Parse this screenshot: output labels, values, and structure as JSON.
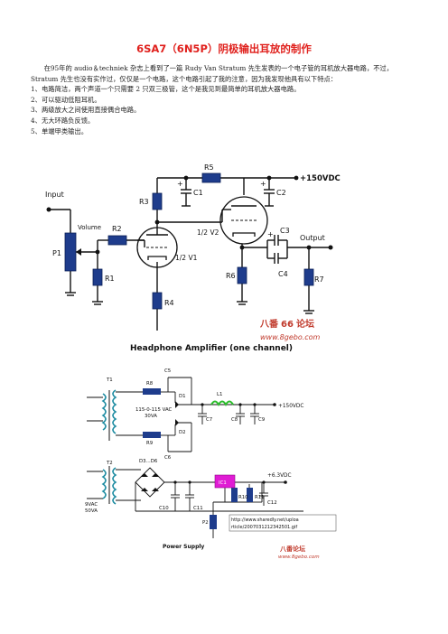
{
  "article": {
    "title": "6SA7（6N5P）阴极输出耳放的制作",
    "intro": "在95年的 audio＆techniek 杂志上看到了一篇 Rudy Van Stratum 先生发表的一个电子管的耳机放大器电路，不过，Stratum 先生也没有实作过，仅仅是一个电路，这个电路引起了我的注意，因为我发现他具有以下特点：",
    "points": [
      "1、电路简洁，两个声道一个只需要 2 只双三极管，这个是我见到最简单的耳机放大器电路。",
      "2、可以驱动低阻耳机。",
      "3、两级放大之间使用直接偶合电路。",
      "4、无大环路负反馈。",
      "5、单端甲类输出。"
    ]
  },
  "figure1": {
    "caption": "Headphone Amplifier (one channel)",
    "input_label": "Input",
    "output_label": "Output",
    "supply_label": "+150VDC",
    "volume_label": "Volume",
    "tube1_label": "1/2 V1",
    "tube2_label": "1/2 V2",
    "parts": {
      "p1": "P1",
      "r1": "R1",
      "r2": "R2",
      "r3": "R3",
      "r4": "R4",
      "r5": "R5",
      "r6": "R6",
      "r7": "R7",
      "c1": "C1",
      "c2": "C2",
      "c3": "C3",
      "c4": "C4"
    },
    "plus_sign": "+",
    "watermark_cn": "八番",
    "watermark_num": "66",
    "watermark_cn2": "论坛",
    "watermark_url": "www.8gebo.com"
  },
  "figure2": {
    "caption": "Power Supply",
    "hv_supply": "+150VDC",
    "heater_supply": "+6.3VDC",
    "transformer1_rating": "115-0-115 VAC\n30VA",
    "transformer1_line1": "115-0-115 VAC",
    "transformer1_line2": "30VA",
    "transformer2_line1": "9VAC",
    "transformer2_line2": "50VA",
    "parts": {
      "t1": "T1",
      "t2": "T2",
      "r8": "R8",
      "r9": "R9",
      "r10": "R10",
      "r11": "R11",
      "d1": "D1",
      "d2": "D2",
      "d3_6": "D3...D6",
      "c5": "C5",
      "c6": "C6",
      "c7": "C7",
      "c8": "C8",
      "c9": "C9",
      "c10": "C10",
      "c11": "C11",
      "c12": "C12",
      "l1": "L1",
      "ic1": "IC1",
      "p2": "P2"
    },
    "url_line1": "http://www.sharedly.net/uploa",
    "url_line2": "rticle/2007031212342501.gif",
    "watermark_cn": "八番论坛",
    "watermark_url": "www.8gebo.com"
  }
}
